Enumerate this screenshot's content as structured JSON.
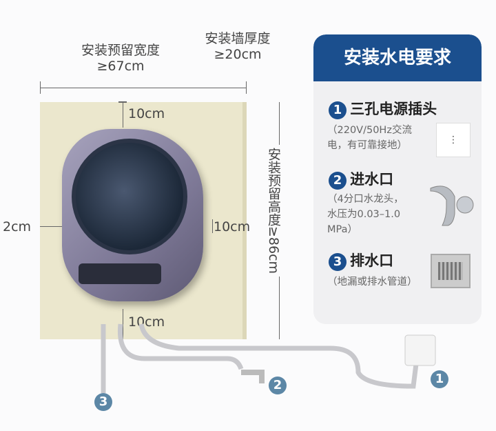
{
  "dimensions": {
    "width_label": "安装预留宽度",
    "width_value": "≥67cm",
    "wall_label": "安装墙厚度",
    "wall_value": "≥20cm",
    "height_label": "安装预留高度≥86cm",
    "top_gap": "10cm",
    "bottom_gap": "10cm",
    "left_gap": "2cm",
    "right_gap": "10cm"
  },
  "panel": {
    "title": "安装水电要求",
    "items": [
      {
        "num": "1",
        "title": "三孔电源插头",
        "desc1": "（220V/50Hz交流",
        "desc2": "电，有可靠接地）"
      },
      {
        "num": "2",
        "title": "进水口",
        "desc1": "（4分口水龙头，",
        "desc2": "水压为0.03–1.0",
        "desc3": "MPa）"
      },
      {
        "num": "3",
        "title": "排水口",
        "desc1": "（地漏或排水管道）"
      }
    ]
  },
  "markers": [
    "1",
    "2",
    "3"
  ],
  "colors": {
    "navy": "#1b4f8e",
    "wall": "#ebe7cd",
    "marker": "#5c87a6"
  }
}
